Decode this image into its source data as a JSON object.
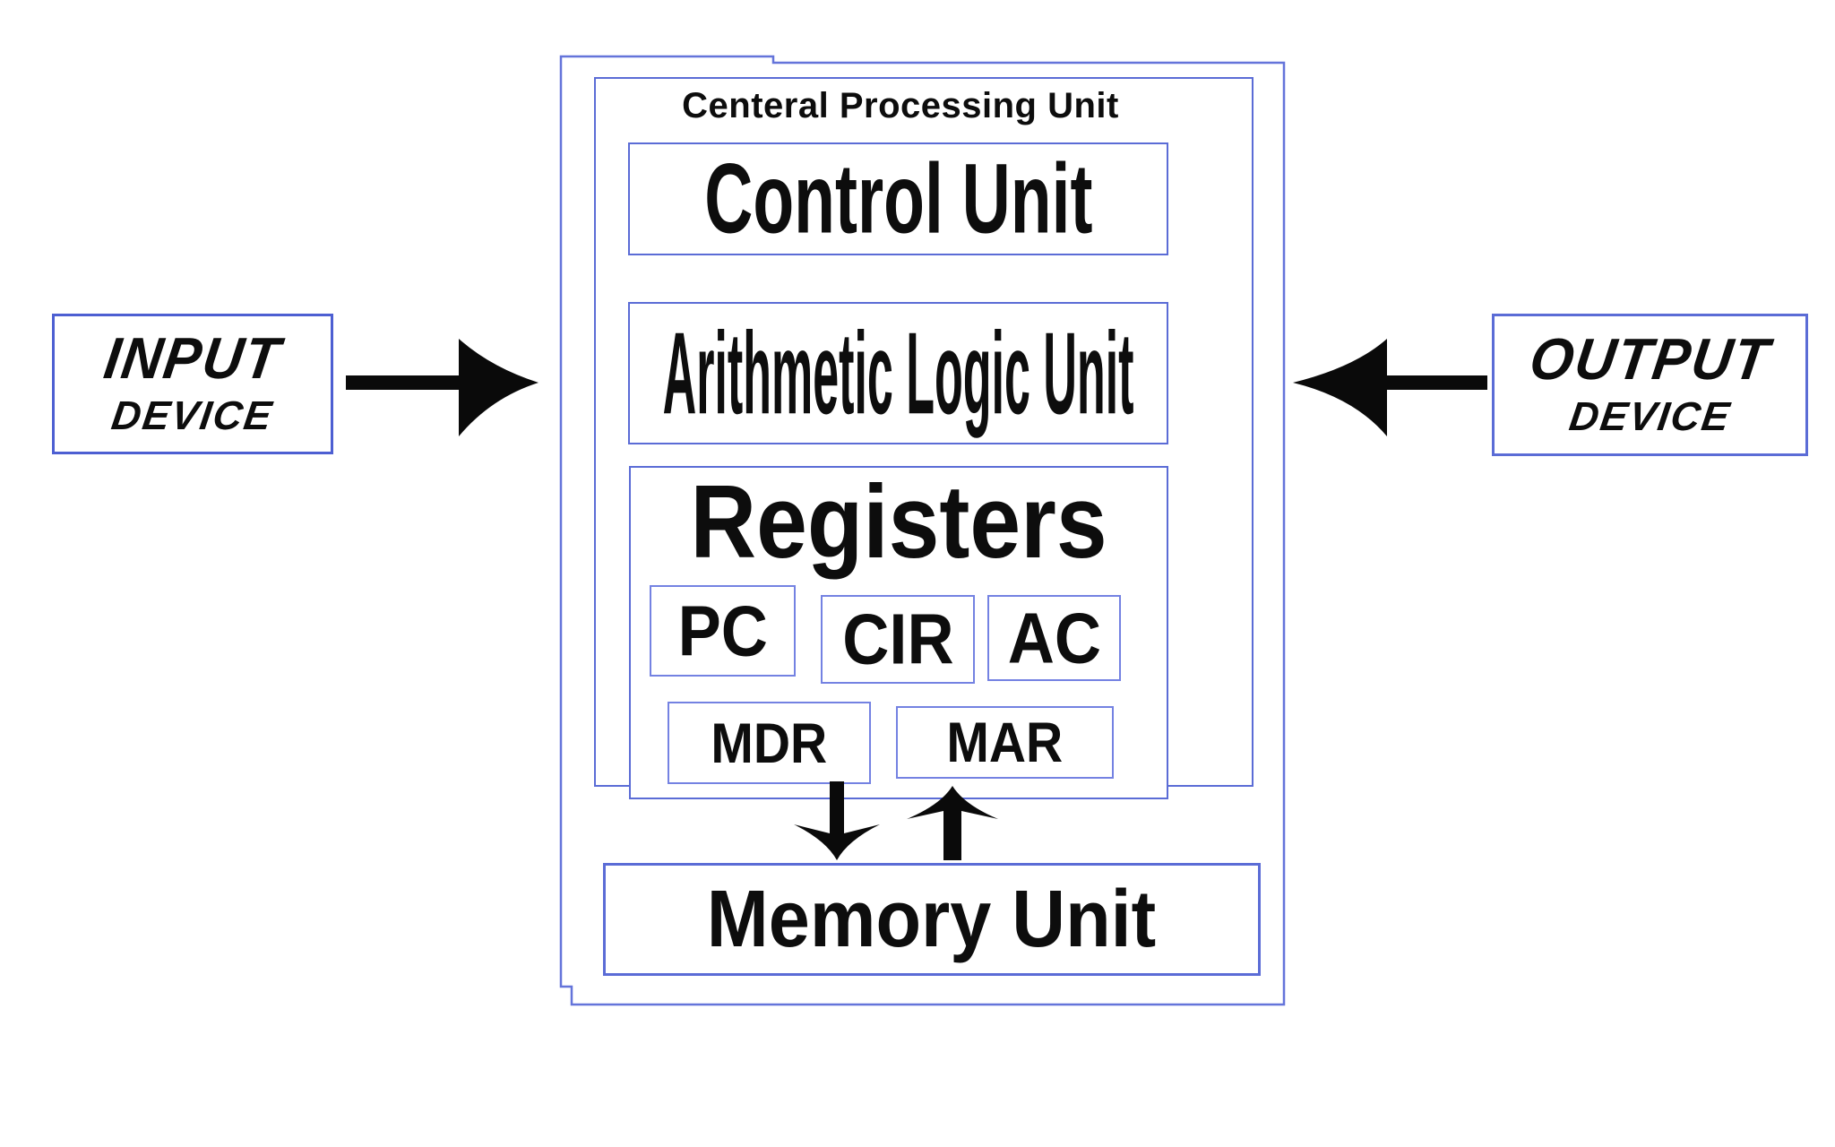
{
  "diagram": {
    "cpu": {
      "title": "Centeral Processing Unit",
      "control_unit_label": "Control Unit",
      "alu_label": "Arithmetic Logic Unit",
      "registers": {
        "title": "Registers",
        "row1": [
          "PC",
          "CIR",
          "AC"
        ],
        "row2": [
          "MDR",
          "MAR"
        ]
      },
      "memory_unit_label": "Memory Unit"
    },
    "input_device": {
      "line1": "INPUT",
      "line2": "DEVICE"
    },
    "output_device": {
      "line1": "OUTPUT",
      "line2": "DEVICE"
    },
    "icons": {
      "input_arrow": "right-arrow",
      "output_arrow": "left-arrow",
      "cpu_to_memory_arrow": "down-arrow",
      "memory_to_cpu_arrow": "up-arrow"
    },
    "colors": {
      "box_border_blue": "#5b6cd6",
      "outer_border_blue": "#6474da",
      "chip_border_blue": "#7482e2",
      "arrow_black": "#0a0a0a",
      "text_black": "#0d0d0d",
      "background": "#ffffff"
    }
  }
}
